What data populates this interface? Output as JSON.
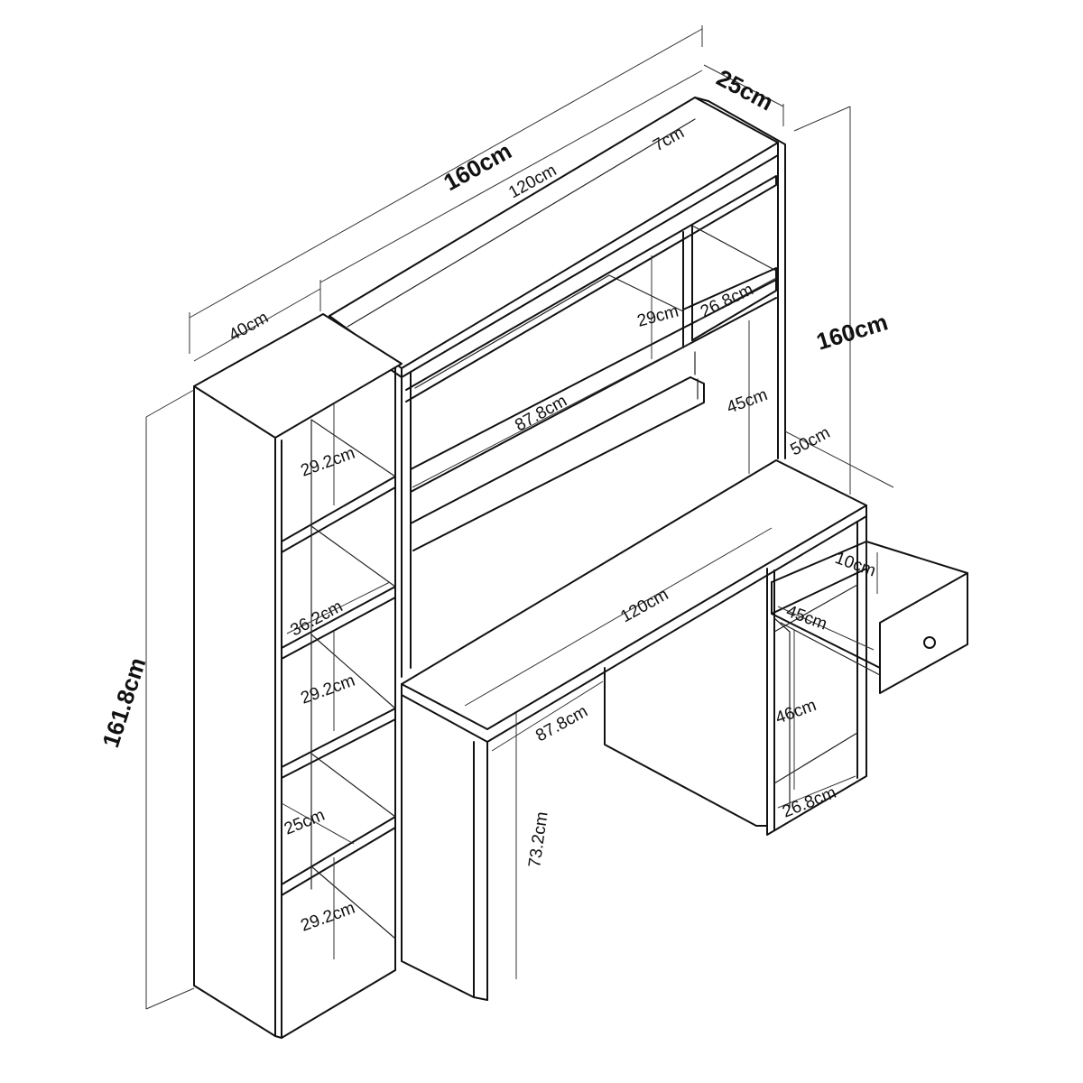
{
  "labels": {
    "overall_width": "160cm",
    "hutch_width_top": "120cm",
    "hutch_depth": "25cm",
    "top_lip": "7cm",
    "bookcase_width": "40cm",
    "hutch_cubby_height": "29cm",
    "hutch_cubby_width": "26.8cm",
    "overall_height": "160cm",
    "hutch_clearance": "45cm",
    "desk_depth": "50cm",
    "hutch_inner_width": "87.8cm",
    "bookcase_height": "161.8cm",
    "shelf_1": "29.2cm",
    "bookcase_inner_width": "36.2cm",
    "shelf_2": "29.2cm",
    "shelf_depth": "25cm",
    "shelf_3": "29.2cm",
    "desk_width": "120cm",
    "drawer_height": "10cm",
    "drawer_depth": "45cm",
    "desk_inner_width": "87.8cm",
    "desk_leg_height": "73.2cm",
    "pedestal_height": "46cm",
    "pedestal_width": "26.8cm"
  },
  "colors": {
    "line": "#111111",
    "background": "#ffffff"
  }
}
